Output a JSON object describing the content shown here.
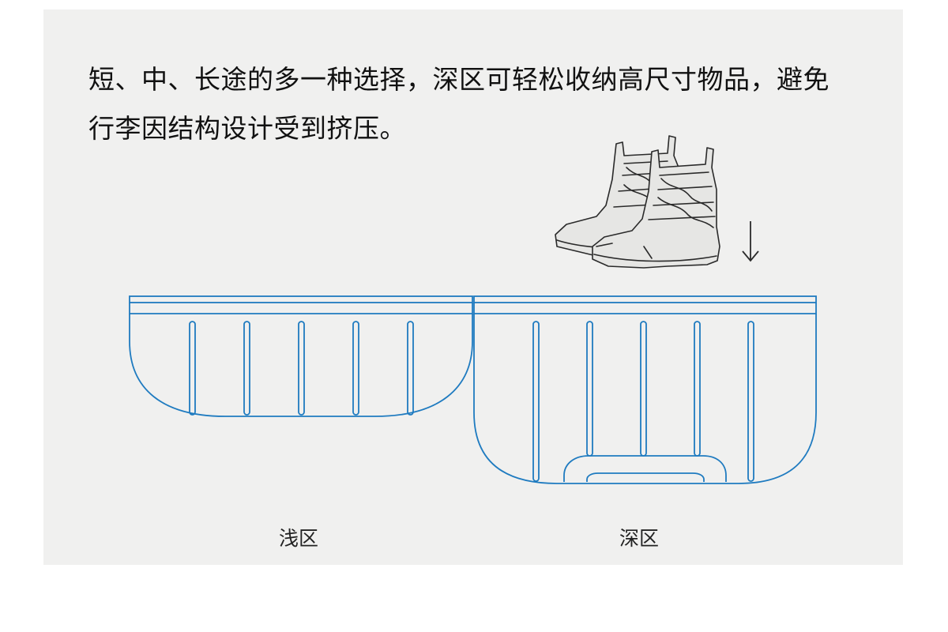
{
  "description_lines": [
    "短、中、长途的多一种选择，深区可轻松收纳高尺寸物品，避免",
    "行李因结构设计受到挤压。"
  ],
  "zones": {
    "shallow_label": "浅区",
    "deep_label": "深区"
  },
  "icons": {
    "boots": "boots-illustration",
    "arrow": "down-arrow-icon"
  },
  "colors": {
    "background": "#f0f0ef",
    "outline_blue": "#1f7bc0",
    "text": "#111111"
  }
}
